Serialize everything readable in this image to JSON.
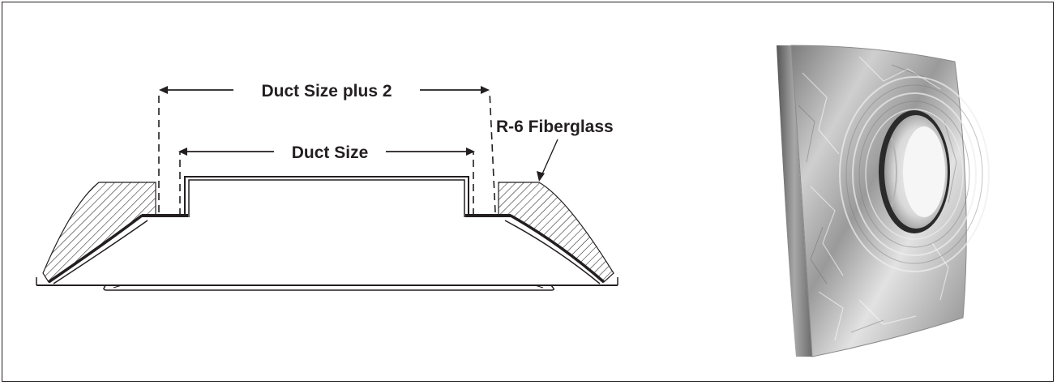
{
  "figure": {
    "labels": {
      "duct_size_plus": "Duct Size plus 2",
      "duct_size": "Duct Size",
      "insulation": "R-6 Fiberglass"
    },
    "colors": {
      "line": "#231f20",
      "background": "#ffffff"
    },
    "photo": {
      "subject": "foil-wrapped insulated ceiling diffuser box with round collar opening"
    }
  }
}
